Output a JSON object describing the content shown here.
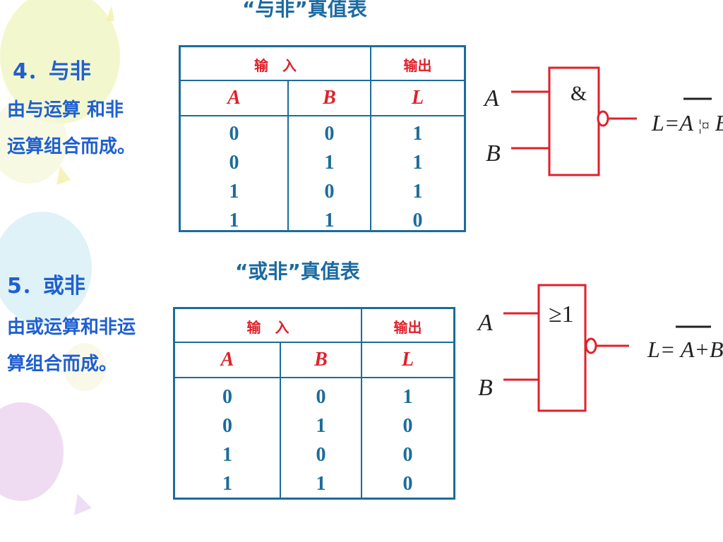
{
  "nand": {
    "heading": "4．与非",
    "desc_line1": " 由与运算 和非",
    "desc_line2": "运算组合而成。",
    "caption": "“与非”真值表",
    "table": {
      "input_header": "输　入",
      "output_header": "输出",
      "col_a": "A",
      "col_b": "B",
      "col_l": "L",
      "a_values": [
        "0",
        "0",
        "1",
        "1"
      ],
      "b_values": [
        "0",
        "1",
        "0",
        "1"
      ],
      "l_values": [
        "1",
        "1",
        "1",
        "0"
      ]
    },
    "gate": {
      "input_a": "A",
      "input_b": "B",
      "symbol": "&",
      "formula_left": "L=A",
      "formula_glyph": "¦¤",
      "formula_right": "B"
    }
  },
  "nor": {
    "heading": "5．或非",
    "desc_line1": "由或运算和非运",
    "desc_line2": "算组合而成。",
    "caption": "“或非”真值表",
    "table": {
      "input_header": "输　入",
      "output_header": "输出",
      "col_a": "A",
      "col_b": "B",
      "col_l": "L",
      "a_values": [
        "0",
        "0",
        "1",
        "1"
      ],
      "b_values": [
        "0",
        "1",
        "0",
        "1"
      ],
      "l_values": [
        "1",
        "0",
        "0",
        "0"
      ]
    },
    "gate": {
      "input_a": "A",
      "input_b": "B",
      "symbol": "≥1",
      "formula_left": "L=",
      "formula_right": "A+B"
    }
  },
  "colors": {
    "heading_blue": "#1f5fd0",
    "table_blue": "#1b6c9a",
    "accent_red": "#e0202a"
  }
}
